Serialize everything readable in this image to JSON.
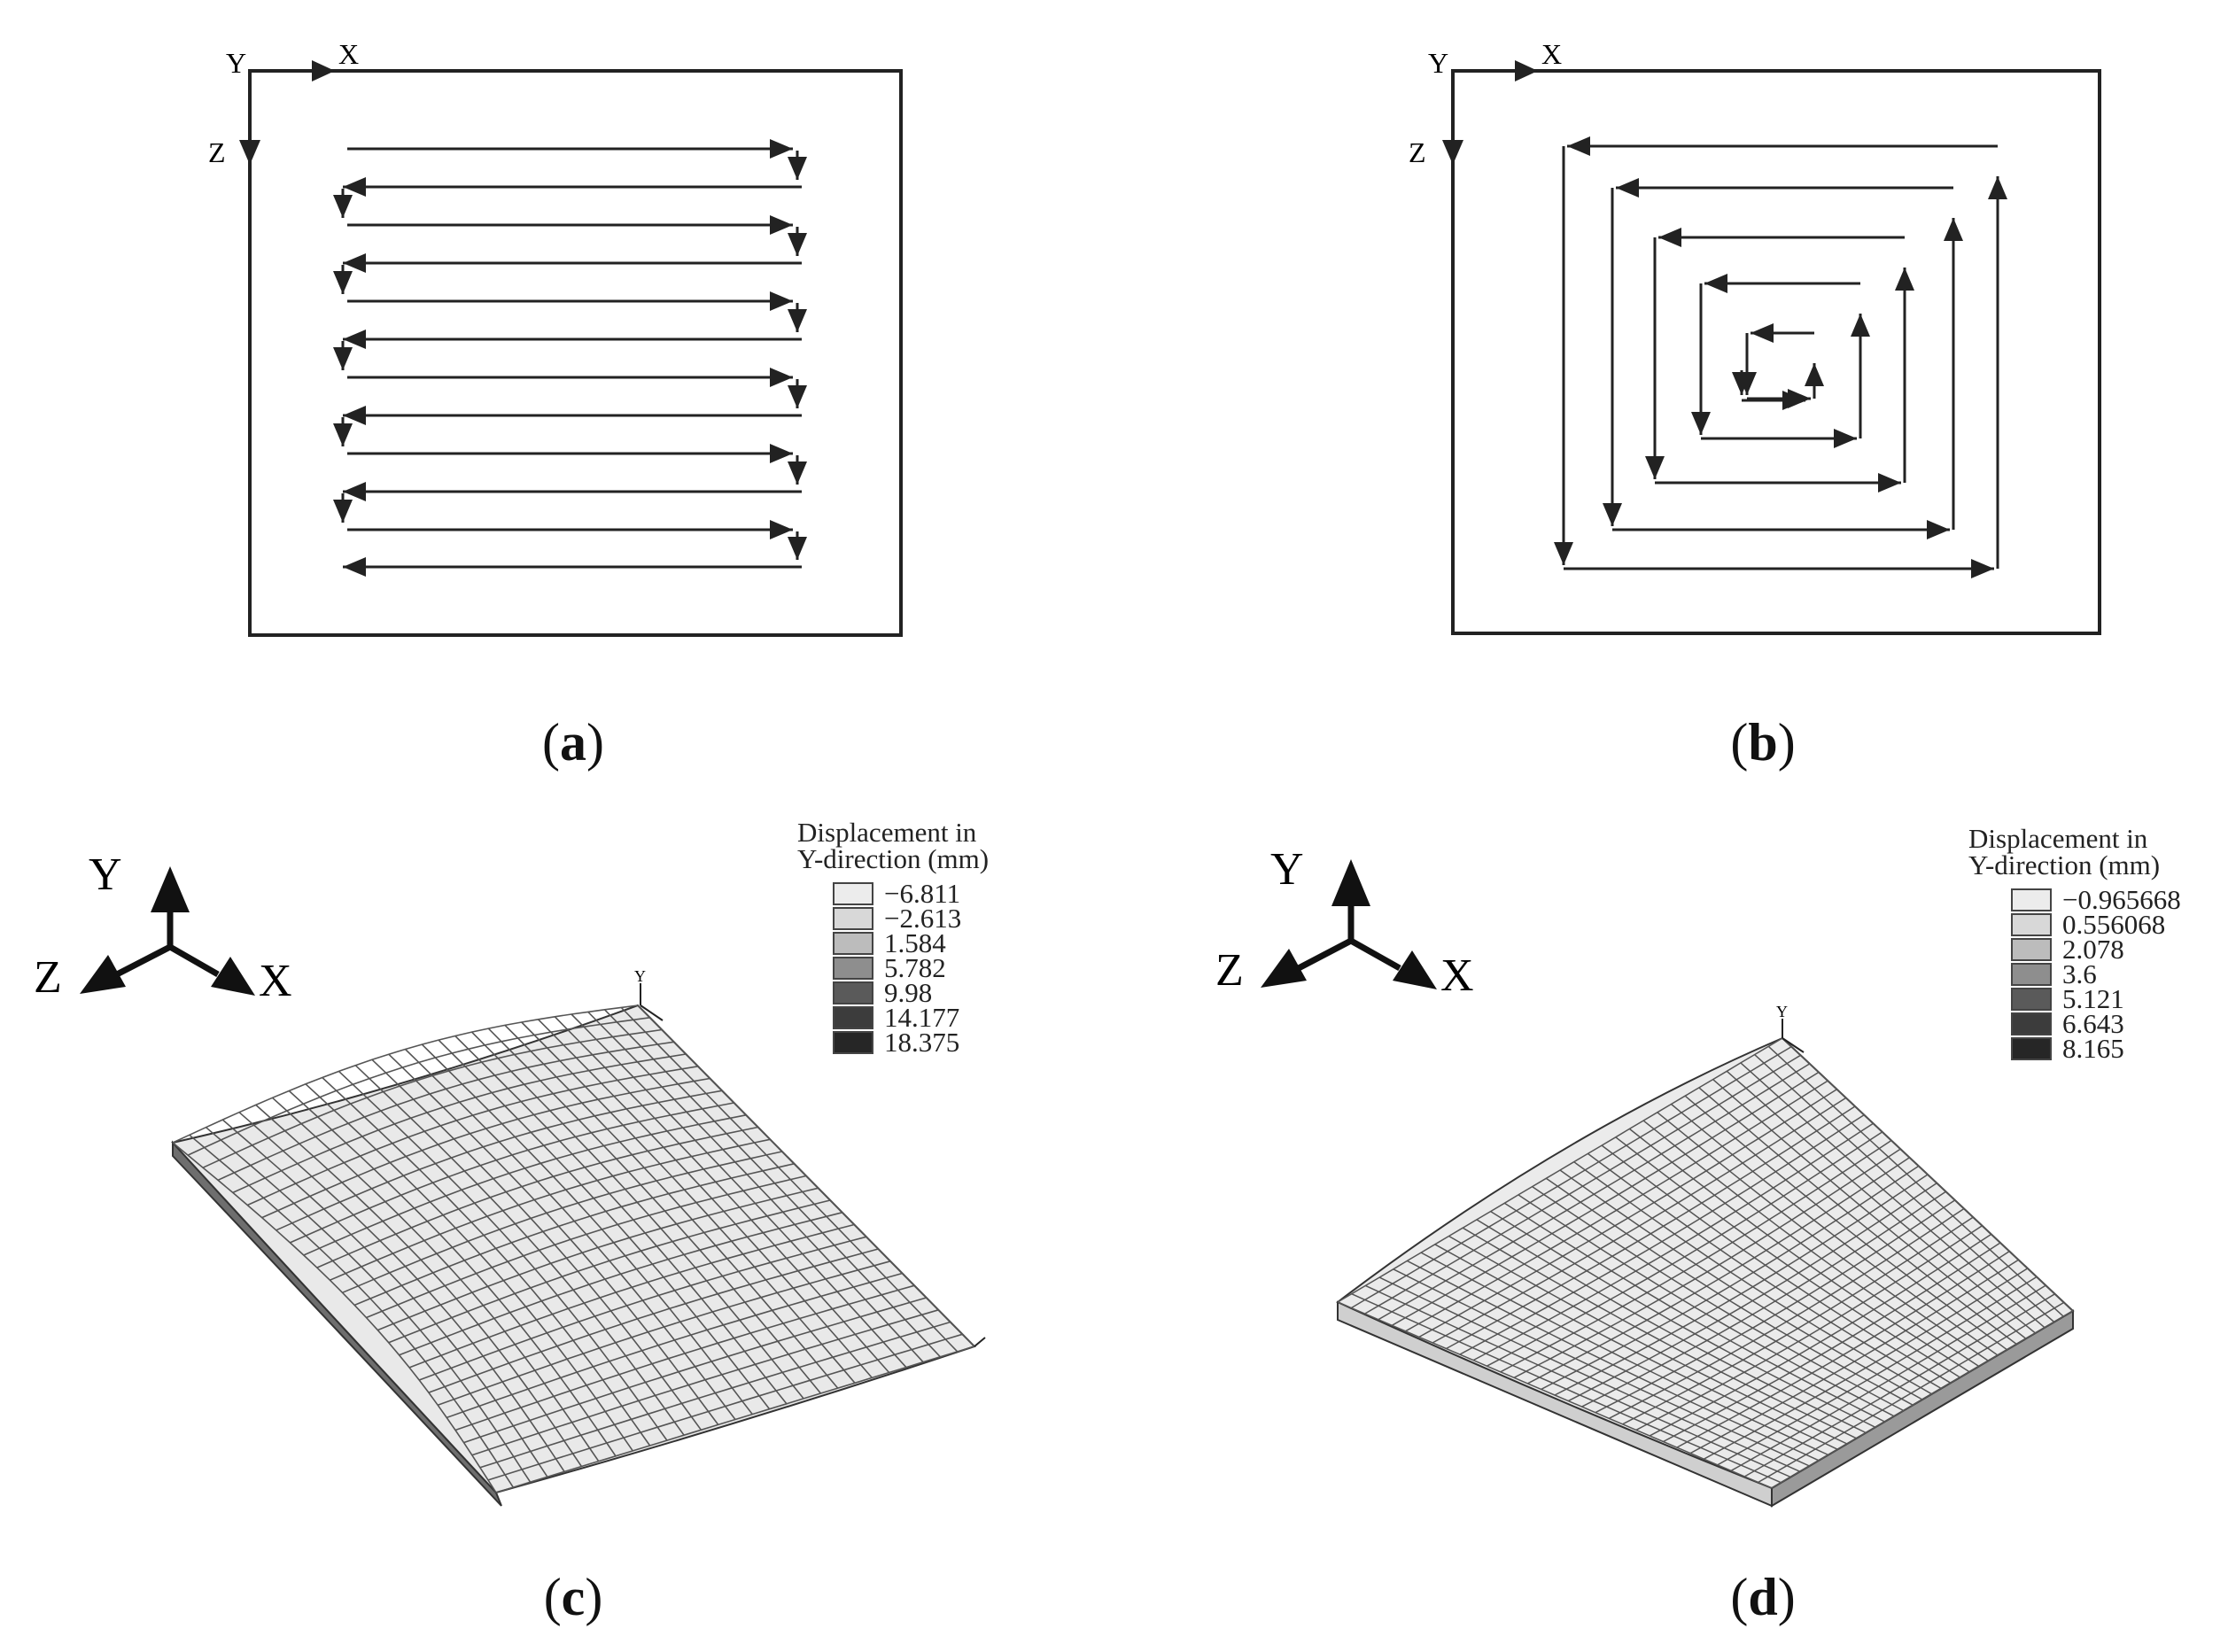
{
  "panels": {
    "a": {
      "caption_open": "(",
      "caption_letter": "a",
      "caption_close": ")",
      "axes": {
        "y": "Y",
        "x": "X",
        "z": "Z"
      }
    },
    "b": {
      "caption_open": "(",
      "caption_letter": "b",
      "caption_close": ")",
      "axes": {
        "y": "Y",
        "x": "X",
        "z": "Z"
      }
    },
    "c": {
      "caption_open": "(",
      "caption_letter": "c",
      "caption_close": ")",
      "triad": {
        "y": "Y",
        "z": "Z",
        "x": "X"
      },
      "legend": {
        "title_line1": "Displacement in",
        "title_line2": "Y-direction (mm)",
        "entries": [
          {
            "value": "−6.811",
            "color": "#ececec"
          },
          {
            "value": "−2.613",
            "color": "#d8d8d8"
          },
          {
            "value": "1.584",
            "color": "#bcbcbc"
          },
          {
            "value": "5.782",
            "color": "#8e8e8e"
          },
          {
            "value": "9.98",
            "color": "#5a5a5a"
          },
          {
            "value": "14.177",
            "color": "#3c3c3c"
          },
          {
            "value": "18.375",
            "color": "#262626"
          }
        ]
      },
      "mesh_axis_label": "Y"
    },
    "d": {
      "caption_open": "(",
      "caption_letter": "d",
      "caption_close": ")",
      "triad": {
        "y": "Y",
        "z": "Z",
        "x": "X"
      },
      "legend": {
        "title_line1": "Displacement in",
        "title_line2": "Y-direction (mm)",
        "entries": [
          {
            "value": "−0.965668",
            "color": "#ececec"
          },
          {
            "value": "0.556068",
            "color": "#d8d8d8"
          },
          {
            "value": "2.078",
            "color": "#bcbcbc"
          },
          {
            "value": "3.6",
            "color": "#8e8e8e"
          },
          {
            "value": "5.121",
            "color": "#5a5a5a"
          },
          {
            "value": "6.643",
            "color": "#3c3c3c"
          },
          {
            "value": "8.165",
            "color": "#262626"
          }
        ]
      },
      "mesh_axis_label": "Y"
    }
  }
}
